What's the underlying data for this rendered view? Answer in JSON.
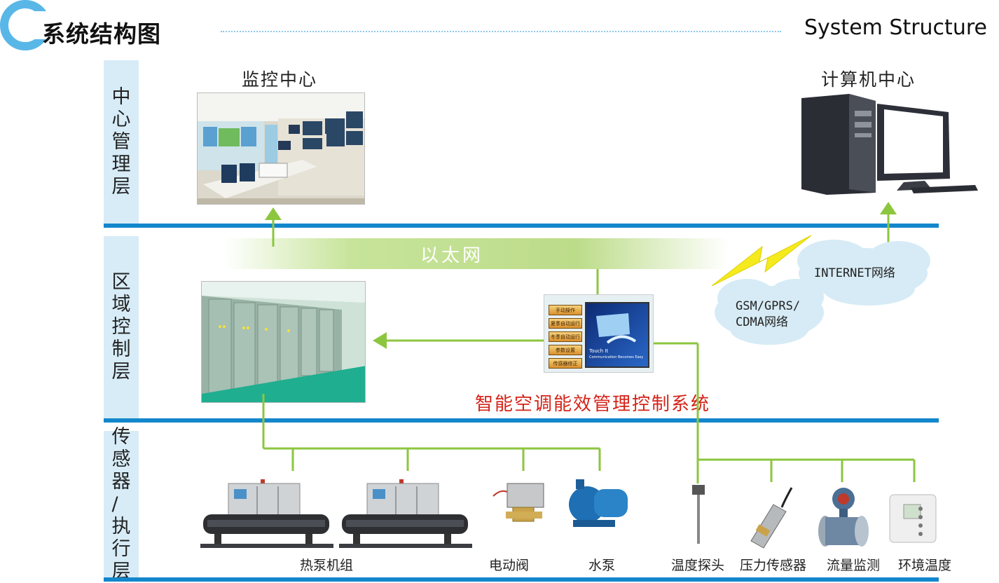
{
  "header": {
    "title_cn": "系统结构图",
    "title_en": "System Structure"
  },
  "layers": [
    {
      "label": "中心管理层"
    },
    {
      "label": "区域控制层"
    },
    {
      "label": "传感器/执行层"
    }
  ],
  "central": {
    "monitor_center": "监控中心",
    "computer_center": "计算机中心"
  },
  "network": {
    "ethernet": "以太网",
    "internet": "INTERNET网络",
    "gsm_line1": "GSM/GPRS/",
    "gsm_line2": "CDMA网络"
  },
  "control": {
    "system_name": "智能空调能效管理控制系统",
    "menu": [
      "手动操作",
      "夏季自动运行",
      "冬季自动运行",
      "参数设置",
      "传感器修正"
    ],
    "screen_line1": "Touch It",
    "screen_line2": "Communication Becomes Easy"
  },
  "devices": [
    {
      "name": "热泵机组"
    },
    {
      "name": "电动阀"
    },
    {
      "name": "水泵"
    },
    {
      "name": "温度探头"
    },
    {
      "name": "压力传感器"
    },
    {
      "name": "流量监测"
    },
    {
      "name": "环境温度"
    }
  ],
  "colors": {
    "line_blue": "#1387cc",
    "layer_bg": "#d7ecf7",
    "connector_green": "#8cc63f",
    "title_red": "#d52319",
    "lightning": "#f4ea1e"
  }
}
